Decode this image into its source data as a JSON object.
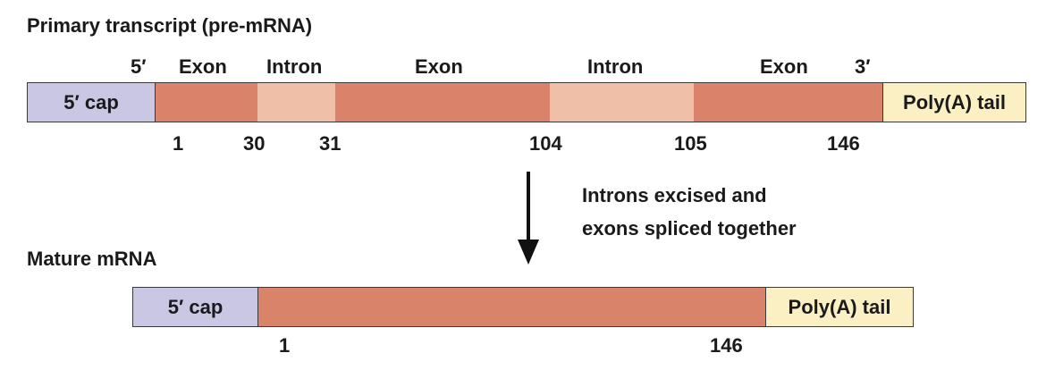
{
  "primary": {
    "title": "Primary transcript (pre-mRNA)",
    "five_prime": "5′",
    "three_prime": "3′",
    "region_labels": [
      "Exon",
      "Intron",
      "Exon",
      "Intron",
      "Exon"
    ],
    "cap_label": "5′ cap",
    "tail_label": "Poly(A) tail",
    "positions": [
      "1",
      "30",
      "31",
      "104",
      "105",
      "146"
    ]
  },
  "process": {
    "line1": "Introns excised and",
    "line2": "exons spliced together"
  },
  "mature": {
    "title": "Mature mRNA",
    "cap_label": "5′ cap",
    "tail_label": "Poly(A) tail",
    "positions": [
      "1",
      "146"
    ]
  },
  "colors": {
    "cap": "#c9c7e3",
    "exon": "#d9836b",
    "intron": "#efbfa7",
    "tail": "#fbefc4"
  }
}
